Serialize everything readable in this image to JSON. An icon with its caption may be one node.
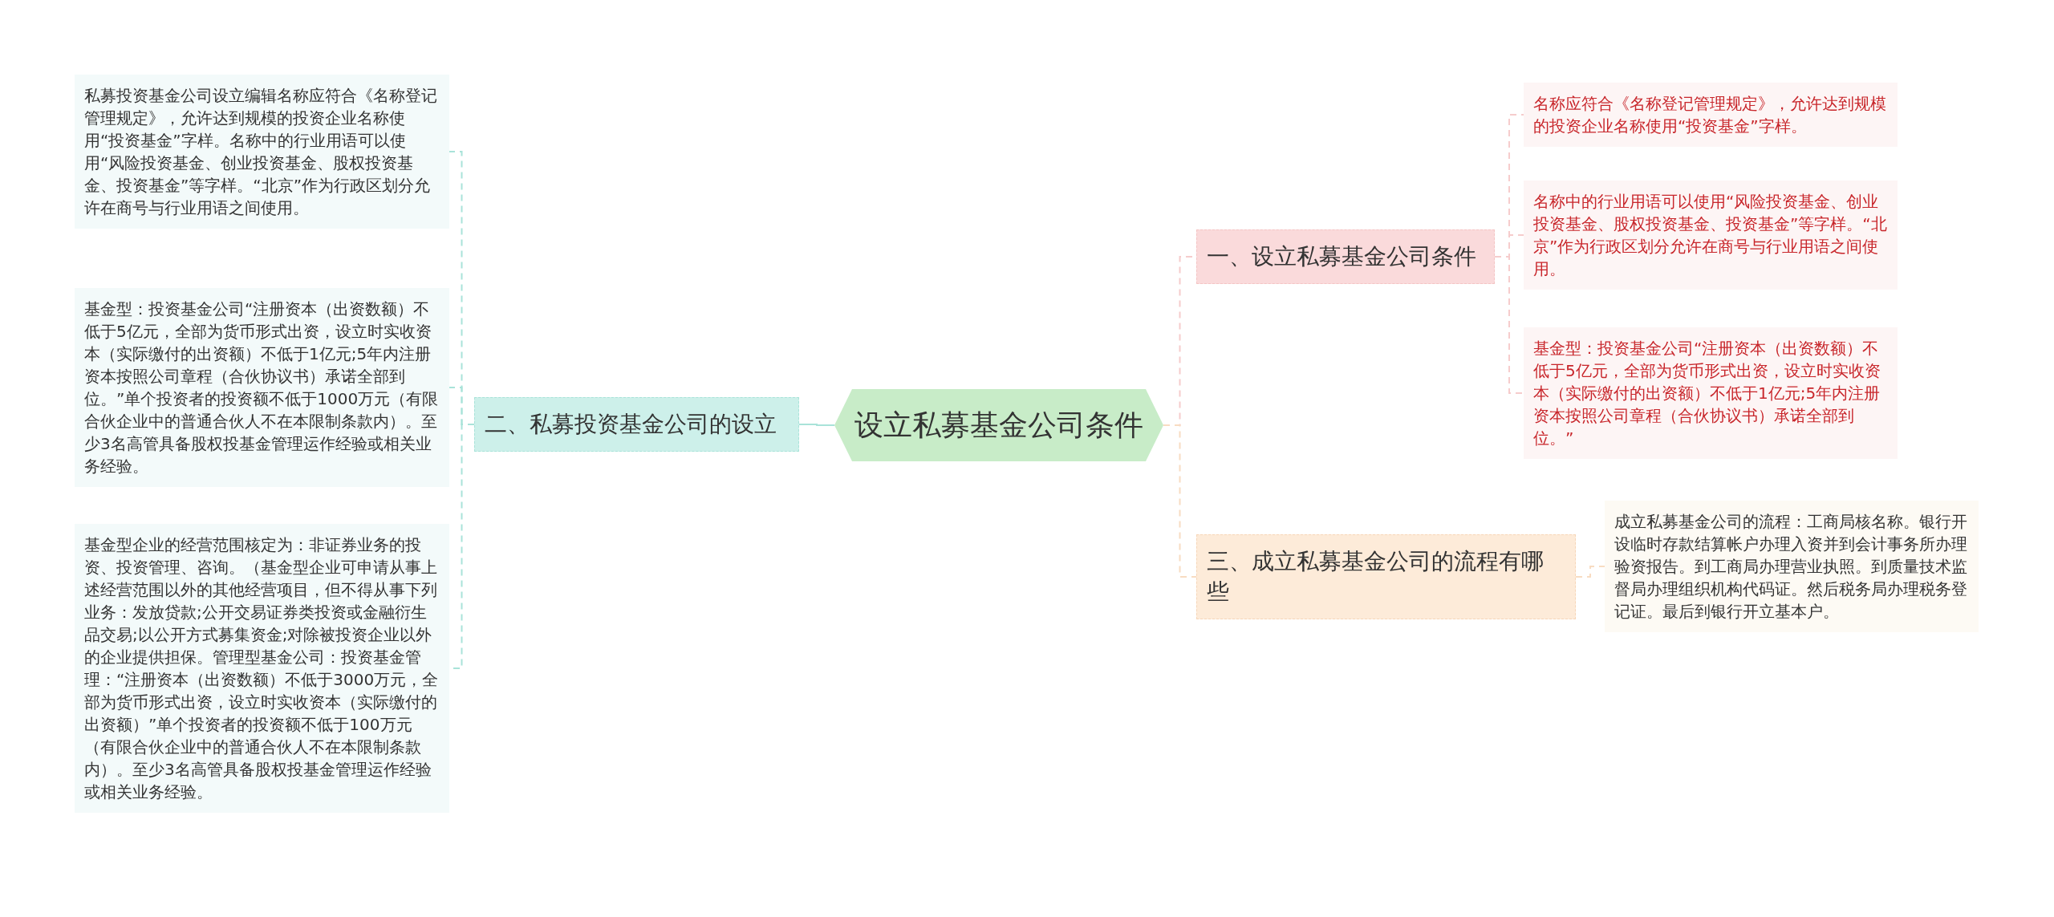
{
  "diagram": {
    "nodes": [
      {
        "text": [
          "设立私募基金公司条件"
        ]
      },
      {
        "text": [
          "一、设立私募基金公司条件"
        ]
      },
      {
        "text": [
          "名称应符合《名称登记管理规定》，允许达到规模的投资企业名称使用“投资基金”字样。"
        ]
      },
      {
        "text": [
          "名称中的行业用语可以使用“风险投资基金、创业投资基金、股权投资基金、投资基金”等字样。“北京”作为行政区划分允许在商号与行业用语之间使用。"
        ]
      },
      {
        "text": [
          "基金型：投资基金公司“注册资本（出资数额）不低于5亿元，全部为货币形式出资，设立时实收资本（实际缴付的出资额）不低于1亿元;5年内注册资本按照公司章程（合伙协议书）承诺全部到位。”"
        ]
      },
      {
        "text": [
          "三、成立私募基金公司的流程有哪些"
        ]
      },
      {
        "text": [
          "成立私募基金公司的流程：工商局核名称。银行开设临时存款结算帐户办理入资并到会计事务所办理验资报告。到工商局办理营业执照。到质量技术监督局办理组织机构代码证。然后税务局办理税务登记证。最后到银行开立基本户。"
        ]
      },
      {
        "text": [
          "二、私募投资基金公司的设立"
        ]
      },
      {
        "text": [
          "私募投资基金公司设立编辑名称应符合《名称登记管理规定》，允许达到规模的投资企业名称使用“投资基金”字样。名称中的行业用语可以使用“风险投资基金、创业投资基金、股权投资基金、投资基金”等字样。“北京”作为行政区划分允许在商号与行业用语之间使用。"
        ]
      },
      {
        "text": [
          "基金型：投资基金公司“注册资本（出资数额）不低于5亿元，全部为货币形式出资，设立时实收资本（实际缴付的出资额）不低于1亿元;5年内注册资本按照公司章程（合伙协议书）承诺全部到位。”单个投资者的投资额不低于1000万元（有限合伙企业中的普通合伙人不在本限制条款内）。至少3名高管具备股权投基金管理运作经验或相关业务经验。"
        ]
      },
      {
        "text": [
          "基金型企业的经营范围核定为：非证券业务的投资、投资管理、咨询。（基金型企业可申请从事上述经营范围以外的其他经营项目，但不得从事下列业务：发放贷款;公开交易证券类投资或金融衍生品交易;以公开方式募集资金;对除被投资企业以外的企业提供担保。管理型基金公司：投资基金管理：“注册资本（出资数额）不低于3000万元，全部为货币形式出资，设立时实收资本（实际缴付的出资额）”单个投资者的投资额不低于100万元（有限合伙企业中的普通合伙人不在本限制条款内）。至少3名高管具备股权投基金管理运作经验或相关业务经验。"
        ]
      }
    ],
    "edges": [
      {
        "from": 0,
        "to": 7,
        "arrow": "none",
        "color": "#a9e3d9"
      },
      {
        "from": 0,
        "to": 1,
        "arrow": "none",
        "style": "dashed",
        "color": "#f6cccc"
      },
      {
        "from": 0,
        "to": 5,
        "arrow": "none",
        "style": "dashed",
        "color": "#f8dcc2"
      },
      {
        "from": 1,
        "to": 2,
        "arrow": "none",
        "style": "dashed",
        "color": "#f6cccc"
      },
      {
        "from": 1,
        "to": 3,
        "arrow": "none",
        "style": "dashed",
        "color": "#f6cccc"
      },
      {
        "from": 1,
        "to": 4,
        "arrow": "none",
        "style": "dashed",
        "color": "#f6cccc"
      },
      {
        "from": 5,
        "to": 6,
        "arrow": "none",
        "style": "dashed",
        "color": "#f8dcc2"
      },
      {
        "from": 7,
        "to": 8,
        "arrow": "none",
        "style": "dashed",
        "color": "#a9e3d9"
      },
      {
        "from": 7,
        "to": 9,
        "arrow": "none",
        "style": "dashed",
        "color": "#a9e3d9"
      },
      {
        "from": 7,
        "to": 10,
        "arrow": "none",
        "style": "dashed",
        "color": "#a9e3d9"
      }
    ]
  }
}
